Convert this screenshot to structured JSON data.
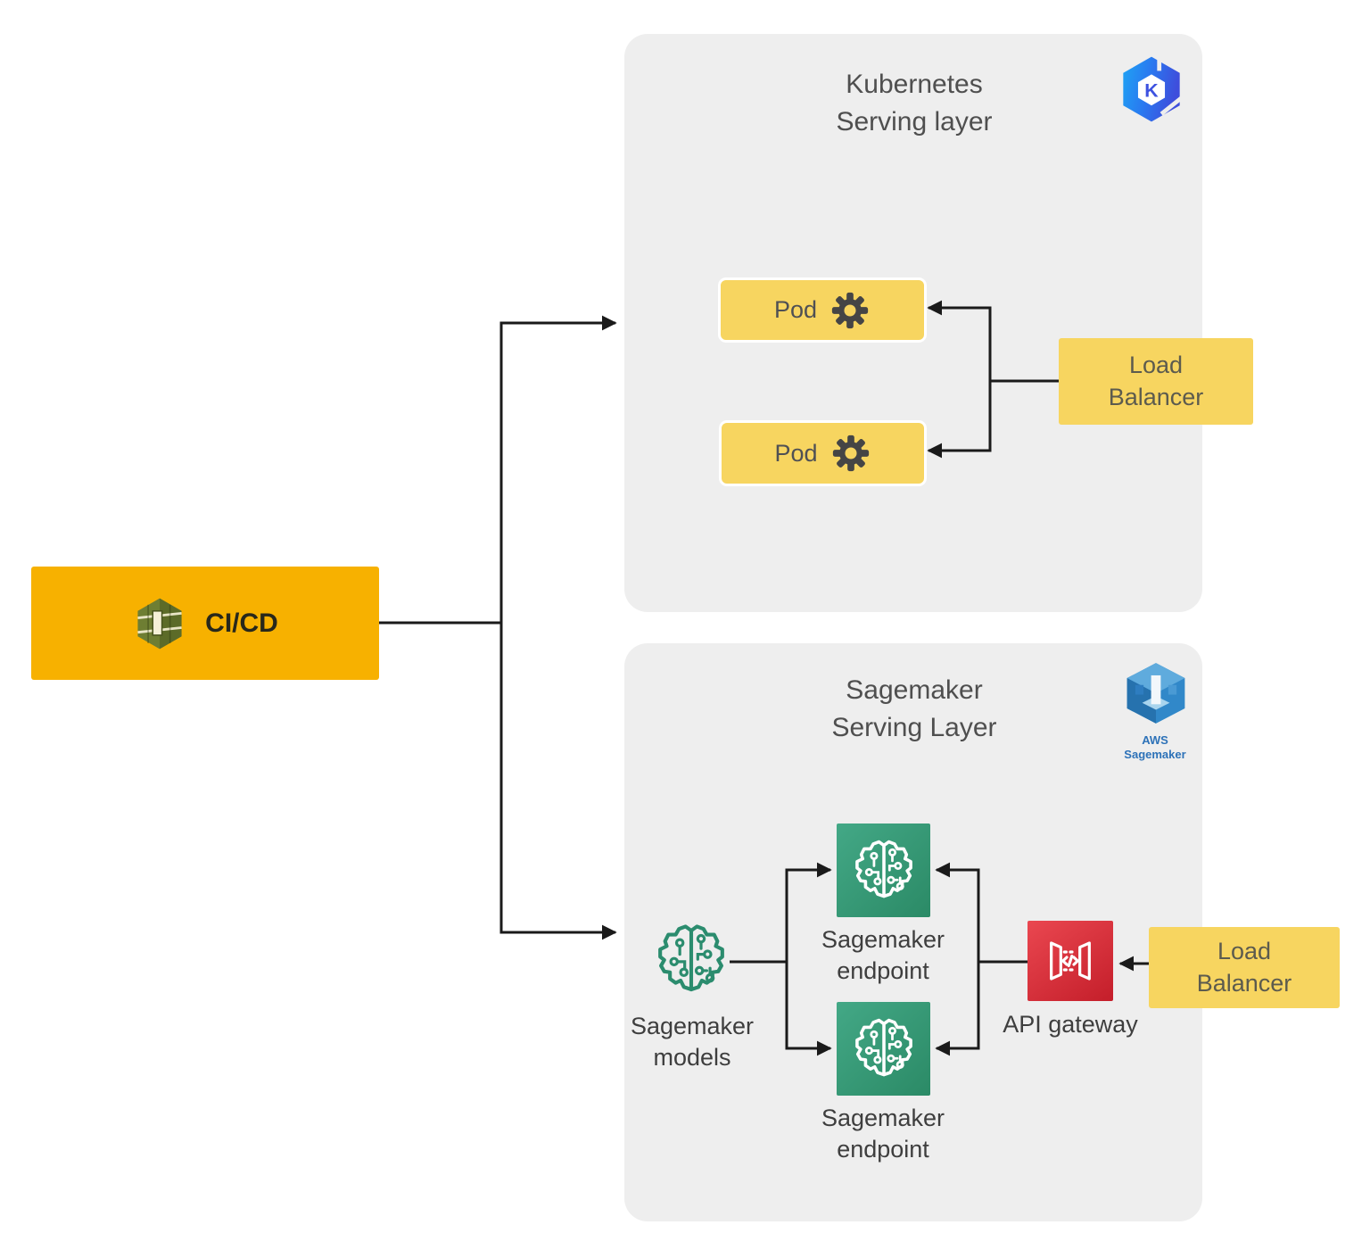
{
  "cicd_box": {
    "label": "CI/CD",
    "color": "#F7B100",
    "icon": "codebuild-hexagon-icon"
  },
  "kubernetes_panel": {
    "title": "Kubernetes\nServing layer",
    "panel_color": "#EEEEEE",
    "logo_letter": "K",
    "logo_color": "#2B65E8",
    "pods": [
      {
        "label": "Pod"
      },
      {
        "label": "Pod"
      }
    ],
    "pod_color": "#F7D560",
    "load_balancer": {
      "label": "Load\nBalancer",
      "color": "#F7D560"
    }
  },
  "sagemaker_panel": {
    "title": "Sagemaker\nServing Layer",
    "panel_color": "#EEEEEE",
    "logo_caption": "AWS\nSagemaker",
    "logo_color": "#2D72B8",
    "models": {
      "label": "Sagemaker\nmodels",
      "icon_color": "#2B8C6E"
    },
    "endpoints": [
      {
        "label": "Sagemaker\nendpoint"
      },
      {
        "label": "Sagemaker\nendpoint"
      }
    ],
    "endpoint_gradient": [
      "#43A886",
      "#2B8A66"
    ],
    "api_gateway": {
      "label": "API gateway",
      "color": "#D8303B"
    },
    "load_balancer": {
      "label": "Load\nBalancer",
      "color": "#F7D560"
    }
  },
  "connector_color": "#1A1A1A"
}
